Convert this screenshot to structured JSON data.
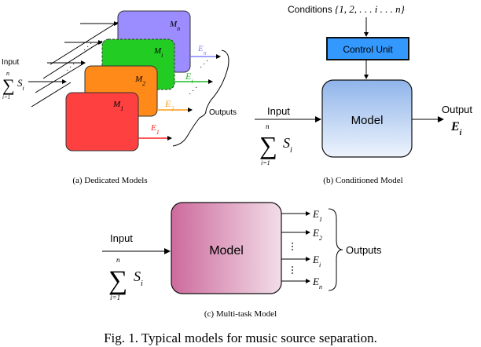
{
  "panel_a": {
    "caption": "(a) Dedicated Models",
    "input_label": "Input",
    "sum_top": "n",
    "sum_bottom": "i=1",
    "sum_term": "S",
    "sum_sub": "i",
    "models": [
      {
        "label": "M",
        "sub": "1",
        "color": "#ff4040"
      },
      {
        "label": "M",
        "sub": "2",
        "color": "#ff8a1a"
      },
      {
        "label": "M",
        "sub": "i",
        "color": "#22cc22"
      },
      {
        "label": "M",
        "sub": "n",
        "color": "#9b8cff"
      }
    ],
    "outputs": [
      {
        "label": "E",
        "sub": "1",
        "color": "#ff2020"
      },
      {
        "label": "E",
        "sub": "2",
        "color": "#ff9a10"
      },
      {
        "label": "E",
        "sub": "i",
        "color": "#22bb22"
      },
      {
        "label": "E",
        "sub": "n",
        "color": "#8080ff"
      }
    ],
    "outputs_label": "Outputs"
  },
  "panel_b": {
    "caption": "(b) Conditioned Model",
    "conditions_label": "Conditions",
    "conditions_set": "{1, 2, . . . i . . . n}",
    "control_unit": "Control Unit",
    "control_color": "#3399ff",
    "model_label": "Model",
    "input_label": "Input",
    "output_label": "Output",
    "output_symbol": "E",
    "output_sub": "i",
    "sum_top": "n",
    "sum_bottom": "i=1",
    "sum_term": "S",
    "sum_sub": "i"
  },
  "panel_c": {
    "caption": "(c) Multi-task Model",
    "model_label": "Model",
    "input_label": "Input",
    "sum_top": "n",
    "sum_bottom": "i=1",
    "sum_term": "S",
    "sum_sub": "i",
    "outputs": [
      {
        "label": "E",
        "sub": "1"
      },
      {
        "label": "E",
        "sub": "2"
      },
      {
        "label": "E",
        "sub": "i"
      },
      {
        "label": "E",
        "sub": "n"
      }
    ],
    "outputs_label": "Outputs"
  },
  "figure_caption": "Fig. 1.  Typical models for music source separation."
}
